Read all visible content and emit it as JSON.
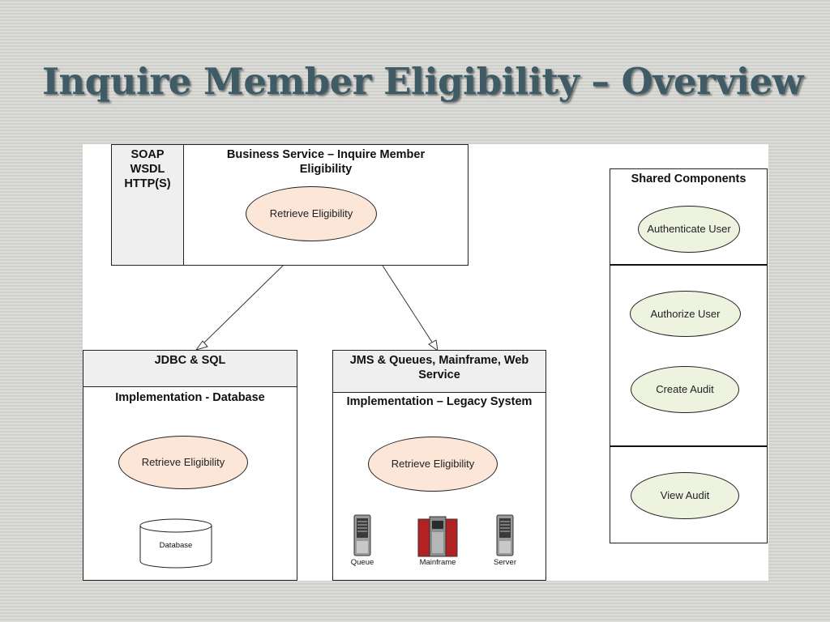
{
  "title": "Inquire Member Eligibility – Overview",
  "business_service": {
    "protocols": [
      "SOAP",
      "WSDL",
      "HTTP(S)"
    ],
    "title": "Business Service – Inquire Member Eligibility",
    "operation": "Retrieve Eligibility"
  },
  "database_impl": {
    "technology": "JDBC & SQL",
    "title": "Implementation - Database",
    "operation": "Retrieve Eligibility",
    "store_label": "Database"
  },
  "legacy_impl": {
    "technology": "JMS & Queues, Mainframe, Web Service",
    "title": "Implementation – Legacy System",
    "operation": "Retrieve Eligibility",
    "systems": [
      "Queue",
      "Mainframe",
      "Server"
    ]
  },
  "shared_components": {
    "title": "Shared Components",
    "items": [
      "Authenticate User",
      "Authorize User",
      "Create Audit",
      "View Audit"
    ]
  },
  "colors": {
    "title": "#3e5b66",
    "operation_fill": "#fbe6d8",
    "shared_fill": "#eef3e0",
    "header_fill": "#efefef"
  }
}
